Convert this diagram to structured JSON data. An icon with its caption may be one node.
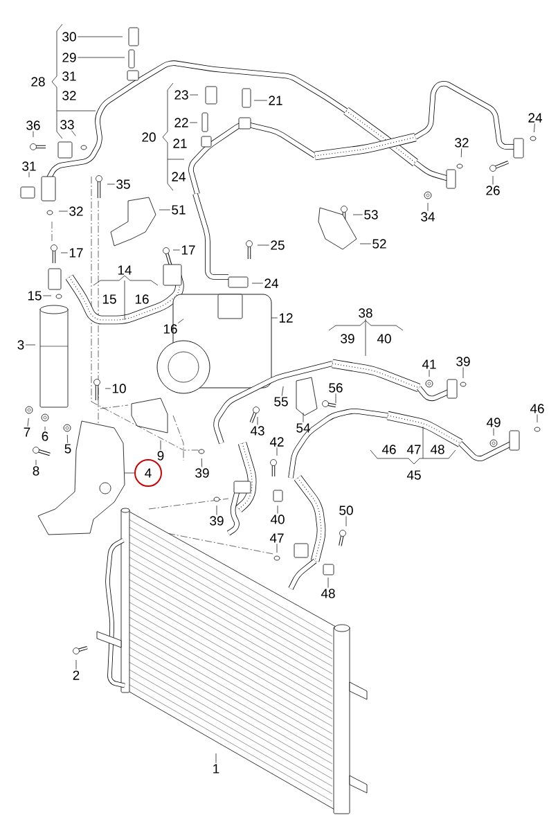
{
  "diagram": {
    "nodes": [
      {
        "text": [
          "30"
        ]
      },
      {
        "text": [
          "29"
        ]
      },
      {
        "text": [
          "23"
        ]
      },
      {
        "text": [
          "21"
        ]
      },
      {
        "text": [
          "24"
        ]
      },
      {
        "text": [
          "22"
        ]
      },
      {
        "text": [
          "36"
        ]
      },
      {
        "text": [
          "33"
        ]
      },
      {
        "text": [
          "32"
        ]
      },
      {
        "text": [
          "31"
        ]
      },
      {
        "text": [
          "35"
        ]
      },
      {
        "text": [
          "26"
        ]
      },
      {
        "text": [
          "51"
        ]
      },
      {
        "text": [
          "32"
        ]
      },
      {
        "text": [
          "53"
        ]
      },
      {
        "text": [
          "34"
        ]
      },
      {
        "text": [
          "52"
        ]
      },
      {
        "text": [
          "25"
        ]
      },
      {
        "text": [
          "17"
        ]
      },
      {
        "text": [
          "17"
        ]
      },
      {
        "text": [
          "24"
        ]
      },
      {
        "text": [
          "15"
        ]
      },
      {
        "text": [
          "12"
        ]
      },
      {
        "text": [
          "16"
        ]
      },
      {
        "text": [
          "3"
        ]
      },
      {
        "text": [
          "41"
        ]
      },
      {
        "text": [
          "39"
        ]
      },
      {
        "text": [
          "10"
        ]
      },
      {
        "text": [
          "56"
        ]
      },
      {
        "text": [
          "55"
        ]
      },
      {
        "text": [
          "46"
        ]
      },
      {
        "text": [
          "49"
        ]
      },
      {
        "text": [
          "54"
        ]
      },
      {
        "text": [
          "43"
        ]
      },
      {
        "text": [
          "7"
        ]
      },
      {
        "text": [
          "6"
        ]
      },
      {
        "text": [
          "42"
        ]
      },
      {
        "text": [
          "5"
        ]
      },
      {
        "text": [
          "9"
        ]
      },
      {
        "text": [
          "8"
        ]
      },
      {
        "text": [
          "39"
        ]
      },
      {
        "text": [
          "4"
        ]
      },
      {
        "text": [
          "50"
        ]
      },
      {
        "text": [
          "40"
        ]
      },
      {
        "text": [
          "39"
        ]
      },
      {
        "text": [
          "47"
        ]
      },
      {
        "text": [
          "48"
        ]
      },
      {
        "text": [
          "2"
        ]
      },
      {
        "text": [
          "1"
        ]
      },
      {
        "text": [
          "38"
        ]
      }
    ],
    "edges": [
      {
        "from": 0,
        "to": null,
        "arrow": "none"
      },
      {
        "from": 1,
        "to": null,
        "arrow": "none"
      },
      {
        "from": 2,
        "to": null,
        "arrow": "none"
      },
      {
        "from": 3,
        "to": null,
        "arrow": "none"
      },
      {
        "from": 4,
        "to": null,
        "arrow": "none"
      },
      {
        "from": 5,
        "to": null,
        "arrow": "none"
      },
      {
        "from": 6,
        "to": null,
        "arrow": "none"
      },
      {
        "from": 7,
        "to": null,
        "arrow": "none"
      },
      {
        "from": 8,
        "to": null,
        "arrow": "none"
      },
      {
        "from": 9,
        "to": null,
        "arrow": "none"
      },
      {
        "from": 10,
        "to": null,
        "arrow": "none"
      },
      {
        "from": 11,
        "to": null,
        "arrow": "none"
      },
      {
        "from": 12,
        "to": null,
        "arrow": "none"
      },
      {
        "from": 13,
        "to": null,
        "arrow": "none"
      },
      {
        "from": 14,
        "to": null,
        "arrow": "none"
      },
      {
        "from": 15,
        "to": null,
        "arrow": "none"
      },
      {
        "from": 16,
        "to": null,
        "arrow": "none"
      },
      {
        "from": 17,
        "to": null,
        "arrow": "none"
      },
      {
        "from": 18,
        "to": null,
        "arrow": "none"
      },
      {
        "from": 19,
        "to": null,
        "arrow": "none"
      },
      {
        "from": 20,
        "to": null,
        "arrow": "none"
      },
      {
        "from": 21,
        "to": null,
        "arrow": "none"
      },
      {
        "from": 22,
        "to": null,
        "arrow": "none"
      },
      {
        "from": 23,
        "to": null,
        "arrow": "none"
      },
      {
        "from": 24,
        "to": null,
        "arrow": "none"
      },
      {
        "from": 25,
        "to": null,
        "arrow": "none"
      },
      {
        "from": 26,
        "to": null,
        "arrow": "none"
      },
      {
        "from": 27,
        "to": null,
        "arrow": "none"
      },
      {
        "from": 28,
        "to": null,
        "arrow": "none"
      },
      {
        "from": 29,
        "to": null,
        "arrow": "none"
      },
      {
        "from": 30,
        "to": null,
        "arrow": "none"
      },
      {
        "from": 31,
        "to": null,
        "arrow": "none"
      },
      {
        "from": 32,
        "to": null,
        "arrow": "none"
      },
      {
        "from": 33,
        "to": null,
        "arrow": "none"
      },
      {
        "from": 34,
        "to": null,
        "arrow": "none"
      },
      {
        "from": 35,
        "to": null,
        "arrow": "none"
      },
      {
        "from": 36,
        "to": null,
        "arrow": "none"
      },
      {
        "from": 37,
        "to": null,
        "arrow": "none"
      },
      {
        "from": 38,
        "to": null,
        "arrow": "none"
      },
      {
        "from": 39,
        "to": null,
        "arrow": "none"
      },
      {
        "from": 40,
        "to": null,
        "arrow": "none"
      },
      {
        "from": 41,
        "to": null,
        "arrow": "none"
      },
      {
        "from": 42,
        "to": null,
        "arrow": "none"
      },
      {
        "from": 43,
        "to": null,
        "arrow": "none"
      },
      {
        "from": 44,
        "to": null,
        "arrow": "none"
      },
      {
        "from": 45,
        "to": null,
        "arrow": "none"
      },
      {
        "from": 46,
        "to": null,
        "arrow": "none"
      },
      {
        "from": 47,
        "to": null,
        "arrow": "none"
      },
      {
        "from": 48,
        "to": null,
        "arrow": "none"
      },
      {
        "from": 49,
        "to": null,
        "arrow": "none"
      }
    ],
    "labels": [
      "28",
      "31",
      "32",
      "20",
      "21",
      "24",
      "14",
      "15",
      "16",
      "39",
      "40",
      "46",
      "47",
      "48",
      "45"
    ]
  }
}
